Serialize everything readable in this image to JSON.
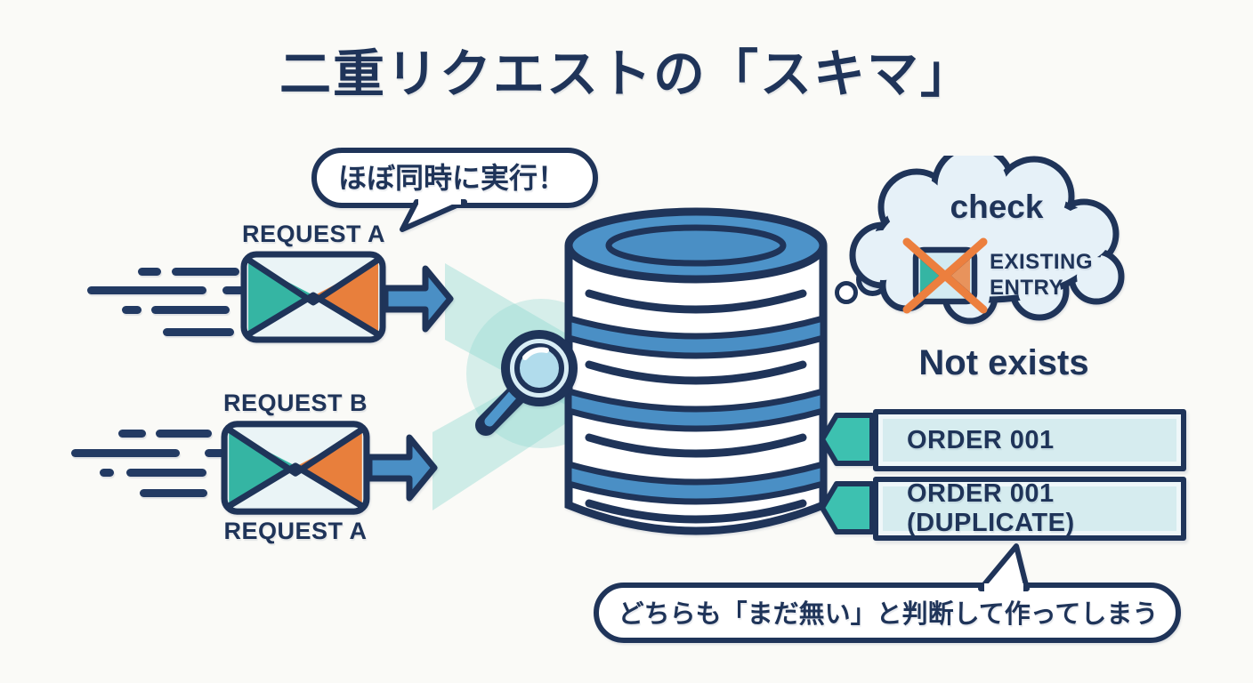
{
  "title": "二重リクエストの「スキマ」",
  "top_bubble": {
    "text": "ほぼ同時に実行！"
  },
  "request_a": {
    "label": "REQUEST A"
  },
  "request_b": {
    "label_top": "REQUEST B",
    "label_bottom": "REQUEST A"
  },
  "thought_cloud": {
    "title": "check",
    "entry_line1": "EXISTING",
    "entry_line2": "ENTRY",
    "result": "Not exists"
  },
  "records": [
    {
      "label": "ORDER 001"
    },
    {
      "label": "ORDER 001 (DUPLICATE)"
    }
  ],
  "bottom_bubble": {
    "text": "どちらも「まだ無い」と判断して作ってしまう"
  },
  "icons": {
    "envelope": "envelope-icon",
    "arrow": "arrow-right-icon",
    "database": "database-icon",
    "magnifier": "magnifying-glass-icon",
    "crossed_entry": "crossed-entry-icon",
    "thought_cloud": "thought-cloud-icon",
    "record_pointer": "record-pointer-icon"
  },
  "colors": {
    "navy": "#1f3459",
    "blue": "#4a8fc5",
    "teal": "#35b5a3",
    "tag_teal": "#3dc1b0",
    "orange": "#e87f3c",
    "cloud_fill": "#e6f1f8",
    "record_fill": "#d6ecef",
    "beam": "#86d4cc",
    "background": "#fafaf7"
  }
}
